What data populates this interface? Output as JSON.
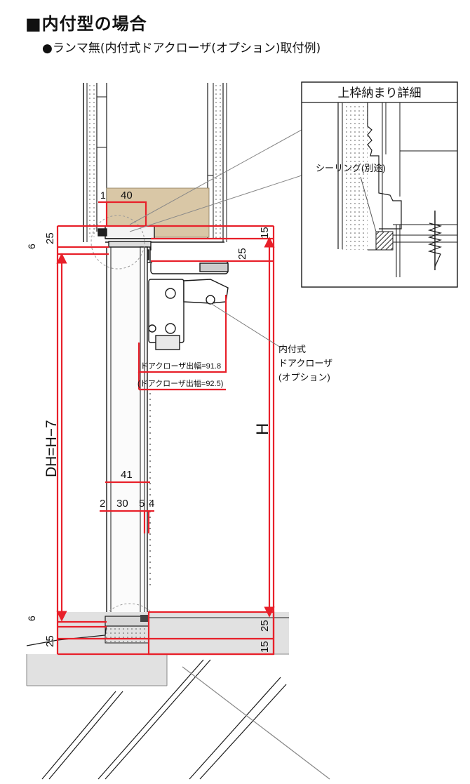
{
  "heading": "■内付型の場合",
  "subheading": "●ランマ無(内付式ドアクローザ(オプション)取付例)",
  "detail_box": {
    "title": "上枠納まり詳細",
    "sealing_label": "シーリング(別途)"
  },
  "closer_callout": {
    "line1": "内付式",
    "line2": "ドアクローザ",
    "line3": "(オプション)"
  },
  "closer_width": {
    "standard": "ドアクローザ出幅=91.8",
    "alternate": "(ドアクローザ出幅=92.5)"
  },
  "dimensions": {
    "top_1": "1",
    "top_40": "40",
    "top_6": "6",
    "top_25": "25",
    "top_15": "15",
    "head_25": "25",
    "dh": "DH=H−7",
    "h": "H",
    "w_41": "41",
    "w_2": "2",
    "w_30": "30",
    "w_5": "5",
    "w_4": "4",
    "bot_6": "6",
    "bot_25": "25",
    "bot_25_right": "25",
    "bot_15_right": "15"
  },
  "colors": {
    "dimension_red": "#e8202a",
    "wood_fill": "#d9c7a6",
    "concrete_fill": "#e1e1e1",
    "line": "#1a1a1a"
  }
}
